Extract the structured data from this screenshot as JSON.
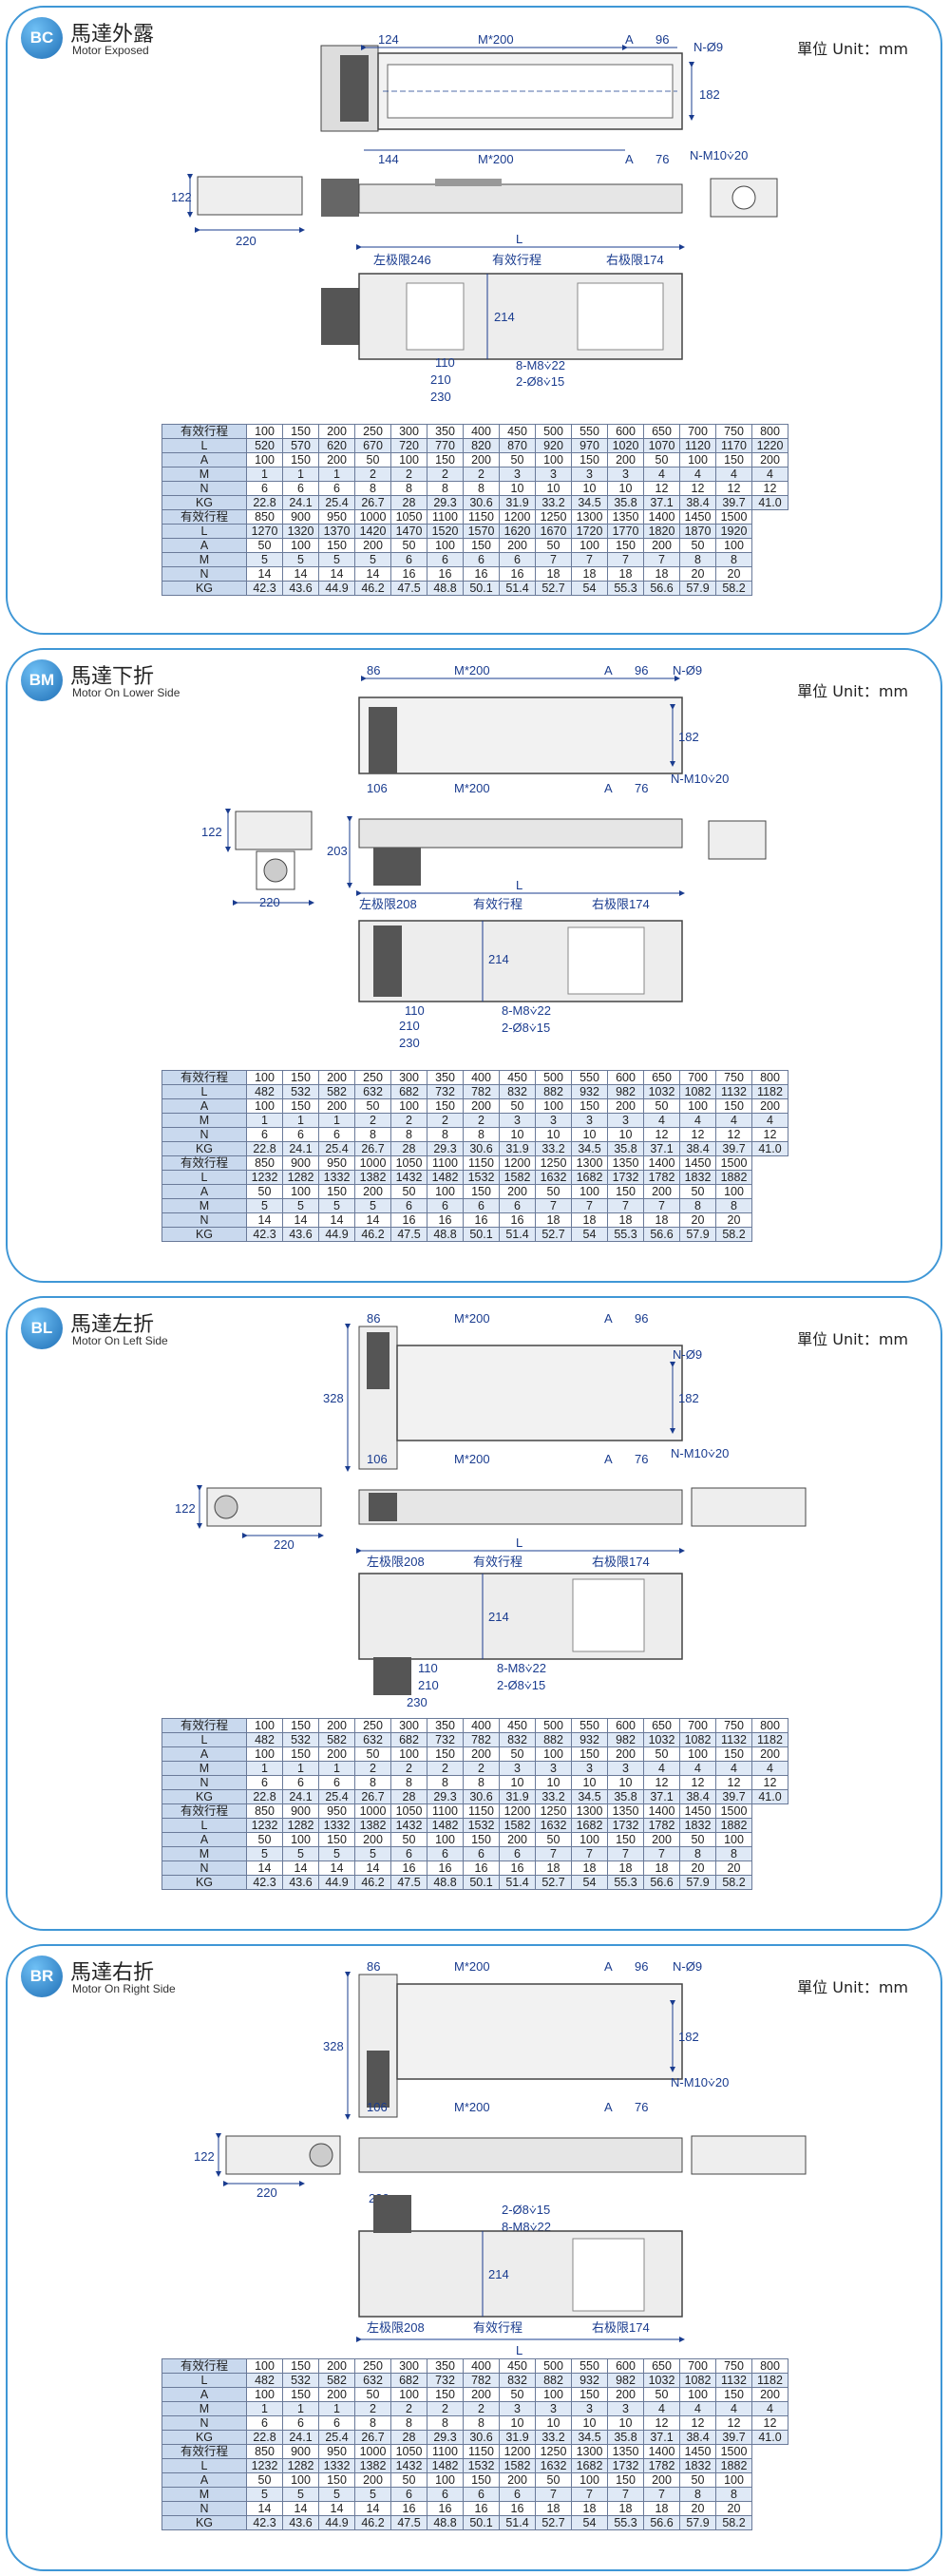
{
  "unit_label": "單位 Unit：mm",
  "dims": {
    "m200": "M*200",
    "a": "A",
    "d96": "96",
    "d76": "76",
    "d182": "182",
    "d214": "214",
    "d220": "220",
    "d122": "122",
    "d203": "203",
    "d328": "328",
    "L": "L",
    "n_phi9": "N-Ø9",
    "n_m10": "N-M10⩒20",
    "m8": "8-M8⩒22",
    "phi8": "2-Ø8⩒15",
    "d110": "110",
    "d210": "210",
    "d230": "230",
    "stroke": "有效行程",
    "left_lim_246": "左极限246",
    "left_lim_208": "左极限208",
    "right_lim": "右极限174",
    "d124": "124",
    "d144": "144",
    "d86": "86",
    "d106": "106"
  },
  "sections": [
    {
      "code": "BC",
      "title_zh": "馬達外露",
      "title_en": "Motor Exposed"
    },
    {
      "code": "BM",
      "title_zh": "馬達下折",
      "title_en": "Motor On Lower Side"
    },
    {
      "code": "BL",
      "title_zh": "馬達左折",
      "title_en": "Motor On Left Side"
    },
    {
      "code": "BR",
      "title_zh": "馬達右折",
      "title_en": "Motor On Right Side"
    }
  ],
  "tables": [
    {
      "rows1": [
        [
          "有效行程",
          "100",
          "150",
          "200",
          "250",
          "300",
          "350",
          "400",
          "450",
          "500",
          "550",
          "600",
          "650",
          "700",
          "750",
          "800"
        ],
        [
          "L",
          "520",
          "570",
          "620",
          "670",
          "720",
          "770",
          "820",
          "870",
          "920",
          "970",
          "1020",
          "1070",
          "1120",
          "1170",
          "1220"
        ],
        [
          "A",
          "100",
          "150",
          "200",
          "50",
          "100",
          "150",
          "200",
          "50",
          "100",
          "150",
          "200",
          "50",
          "100",
          "150",
          "200"
        ],
        [
          "M",
          "1",
          "1",
          "1",
          "2",
          "2",
          "2",
          "2",
          "3",
          "3",
          "3",
          "3",
          "4",
          "4",
          "4",
          "4"
        ],
        [
          "N",
          "6",
          "6",
          "6",
          "8",
          "8",
          "8",
          "8",
          "10",
          "10",
          "10",
          "10",
          "12",
          "12",
          "12",
          "12"
        ],
        [
          "KG",
          "22.8",
          "24.1",
          "25.4",
          "26.7",
          "28",
          "29.3",
          "30.6",
          "31.9",
          "33.2",
          "34.5",
          "35.8",
          "37.1",
          "38.4",
          "39.7",
          "41.0"
        ]
      ],
      "rows2": [
        [
          "有效行程",
          "850",
          "900",
          "950",
          "1000",
          "1050",
          "1100",
          "1150",
          "1200",
          "1250",
          "1300",
          "1350",
          "1400",
          "1450",
          "1500"
        ],
        [
          "L",
          "1270",
          "1320",
          "1370",
          "1420",
          "1470",
          "1520",
          "1570",
          "1620",
          "1670",
          "1720",
          "1770",
          "1820",
          "1870",
          "1920"
        ],
        [
          "A",
          "50",
          "100",
          "150",
          "200",
          "50",
          "100",
          "150",
          "200",
          "50",
          "100",
          "150",
          "200",
          "50",
          "100"
        ],
        [
          "M",
          "5",
          "5",
          "5",
          "5",
          "6",
          "6",
          "6",
          "6",
          "7",
          "7",
          "7",
          "7",
          "8",
          "8"
        ],
        [
          "N",
          "14",
          "14",
          "14",
          "14",
          "16",
          "16",
          "16",
          "16",
          "18",
          "18",
          "18",
          "18",
          "20",
          "20"
        ],
        [
          "KG",
          "42.3",
          "43.6",
          "44.9",
          "46.2",
          "47.5",
          "48.8",
          "50.1",
          "51.4",
          "52.7",
          "54",
          "55.3",
          "56.6",
          "57.9",
          "58.2"
        ]
      ]
    },
    {
      "rows1": [
        [
          "有效行程",
          "100",
          "150",
          "200",
          "250",
          "300",
          "350",
          "400",
          "450",
          "500",
          "550",
          "600",
          "650",
          "700",
          "750",
          "800"
        ],
        [
          "L",
          "482",
          "532",
          "582",
          "632",
          "682",
          "732",
          "782",
          "832",
          "882",
          "932",
          "982",
          "1032",
          "1082",
          "1132",
          "1182"
        ],
        [
          "A",
          "100",
          "150",
          "200",
          "50",
          "100",
          "150",
          "200",
          "50",
          "100",
          "150",
          "200",
          "50",
          "100",
          "150",
          "200"
        ],
        [
          "M",
          "1",
          "1",
          "1",
          "2",
          "2",
          "2",
          "2",
          "3",
          "3",
          "3",
          "3",
          "4",
          "4",
          "4",
          "4"
        ],
        [
          "N",
          "6",
          "6",
          "6",
          "8",
          "8",
          "8",
          "8",
          "10",
          "10",
          "10",
          "10",
          "12",
          "12",
          "12",
          "12"
        ],
        [
          "KG",
          "22.8",
          "24.1",
          "25.4",
          "26.7",
          "28",
          "29.3",
          "30.6",
          "31.9",
          "33.2",
          "34.5",
          "35.8",
          "37.1",
          "38.4",
          "39.7",
          "41.0"
        ]
      ],
      "rows2": [
        [
          "有效行程",
          "850",
          "900",
          "950",
          "1000",
          "1050",
          "1100",
          "1150",
          "1200",
          "1250",
          "1300",
          "1350",
          "1400",
          "1450",
          "1500"
        ],
        [
          "L",
          "1232",
          "1282",
          "1332",
          "1382",
          "1432",
          "1482",
          "1532",
          "1582",
          "1632",
          "1682",
          "1732",
          "1782",
          "1832",
          "1882"
        ],
        [
          "A",
          "50",
          "100",
          "150",
          "200",
          "50",
          "100",
          "150",
          "200",
          "50",
          "100",
          "150",
          "200",
          "50",
          "100"
        ],
        [
          "M",
          "5",
          "5",
          "5",
          "5",
          "6",
          "6",
          "6",
          "6",
          "7",
          "7",
          "7",
          "7",
          "8",
          "8"
        ],
        [
          "N",
          "14",
          "14",
          "14",
          "14",
          "16",
          "16",
          "16",
          "16",
          "18",
          "18",
          "18",
          "18",
          "20",
          "20"
        ],
        [
          "KG",
          "42.3",
          "43.6",
          "44.9",
          "46.2",
          "47.5",
          "48.8",
          "50.1",
          "51.4",
          "52.7",
          "54",
          "55.3",
          "56.6",
          "57.9",
          "58.2"
        ]
      ]
    },
    {
      "rows1": [
        [
          "有效行程",
          "100",
          "150",
          "200",
          "250",
          "300",
          "350",
          "400",
          "450",
          "500",
          "550",
          "600",
          "650",
          "700",
          "750",
          "800"
        ],
        [
          "L",
          "482",
          "532",
          "582",
          "632",
          "682",
          "732",
          "782",
          "832",
          "882",
          "932",
          "982",
          "1032",
          "1082",
          "1132",
          "1182"
        ],
        [
          "A",
          "100",
          "150",
          "200",
          "50",
          "100",
          "150",
          "200",
          "50",
          "100",
          "150",
          "200",
          "50",
          "100",
          "150",
          "200"
        ],
        [
          "M",
          "1",
          "1",
          "1",
          "2",
          "2",
          "2",
          "2",
          "3",
          "3",
          "3",
          "3",
          "4",
          "4",
          "4",
          "4"
        ],
        [
          "N",
          "6",
          "6",
          "6",
          "8",
          "8",
          "8",
          "8",
          "10",
          "10",
          "10",
          "10",
          "12",
          "12",
          "12",
          "12"
        ],
        [
          "KG",
          "22.8",
          "24.1",
          "25.4",
          "26.7",
          "28",
          "29.3",
          "30.6",
          "31.9",
          "33.2",
          "34.5",
          "35.8",
          "37.1",
          "38.4",
          "39.7",
          "41.0"
        ]
      ],
      "rows2": [
        [
          "有效行程",
          "850",
          "900",
          "950",
          "1000",
          "1050",
          "1100",
          "1150",
          "1200",
          "1250",
          "1300",
          "1350",
          "1400",
          "1450",
          "1500"
        ],
        [
          "L",
          "1232",
          "1282",
          "1332",
          "1382",
          "1432",
          "1482",
          "1532",
          "1582",
          "1632",
          "1682",
          "1732",
          "1782",
          "1832",
          "1882"
        ],
        [
          "A",
          "50",
          "100",
          "150",
          "200",
          "50",
          "100",
          "150",
          "200",
          "50",
          "100",
          "150",
          "200",
          "50",
          "100"
        ],
        [
          "M",
          "5",
          "5",
          "5",
          "5",
          "6",
          "6",
          "6",
          "6",
          "7",
          "7",
          "7",
          "7",
          "8",
          "8"
        ],
        [
          "N",
          "14",
          "14",
          "14",
          "14",
          "16",
          "16",
          "16",
          "16",
          "18",
          "18",
          "18",
          "18",
          "20",
          "20"
        ],
        [
          "KG",
          "42.3",
          "43.6",
          "44.9",
          "46.2",
          "47.5",
          "48.8",
          "50.1",
          "51.4",
          "52.7",
          "54",
          "55.3",
          "56.6",
          "57.9",
          "58.2"
        ]
      ]
    },
    {
      "rows1": [
        [
          "有效行程",
          "100",
          "150",
          "200",
          "250",
          "300",
          "350",
          "400",
          "450",
          "500",
          "550",
          "600",
          "650",
          "700",
          "750",
          "800"
        ],
        [
          "L",
          "482",
          "532",
          "582",
          "632",
          "682",
          "732",
          "782",
          "832",
          "882",
          "932",
          "982",
          "1032",
          "1082",
          "1132",
          "1182"
        ],
        [
          "A",
          "100",
          "150",
          "200",
          "50",
          "100",
          "150",
          "200",
          "50",
          "100",
          "150",
          "200",
          "50",
          "100",
          "150",
          "200"
        ],
        [
          "M",
          "1",
          "1",
          "1",
          "2",
          "2",
          "2",
          "2",
          "3",
          "3",
          "3",
          "3",
          "4",
          "4",
          "4",
          "4"
        ],
        [
          "N",
          "6",
          "6",
          "6",
          "8",
          "8",
          "8",
          "8",
          "10",
          "10",
          "10",
          "10",
          "12",
          "12",
          "12",
          "12"
        ],
        [
          "KG",
          "22.8",
          "24.1",
          "25.4",
          "26.7",
          "28",
          "29.3",
          "30.6",
          "31.9",
          "33.2",
          "34.5",
          "35.8",
          "37.1",
          "38.4",
          "39.7",
          "41.0"
        ]
      ],
      "rows2": [
        [
          "有效行程",
          "850",
          "900",
          "950",
          "1000",
          "1050",
          "1100",
          "1150",
          "1200",
          "1250",
          "1300",
          "1350",
          "1400",
          "1450",
          "1500"
        ],
        [
          "L",
          "1232",
          "1282",
          "1332",
          "1382",
          "1432",
          "1482",
          "1532",
          "1582",
          "1632",
          "1682",
          "1732",
          "1782",
          "1832",
          "1882"
        ],
        [
          "A",
          "50",
          "100",
          "150",
          "200",
          "50",
          "100",
          "150",
          "200",
          "50",
          "100",
          "150",
          "200",
          "50",
          "100"
        ],
        [
          "M",
          "5",
          "5",
          "5",
          "5",
          "6",
          "6",
          "6",
          "6",
          "7",
          "7",
          "7",
          "7",
          "8",
          "8"
        ],
        [
          "N",
          "14",
          "14",
          "14",
          "14",
          "16",
          "16",
          "16",
          "16",
          "18",
          "18",
          "18",
          "18",
          "20",
          "20"
        ],
        [
          "KG",
          "42.3",
          "43.6",
          "44.9",
          "46.2",
          "47.5",
          "48.8",
          "50.1",
          "51.4",
          "52.7",
          "54",
          "55.3",
          "56.6",
          "57.9",
          "58.2"
        ]
      ]
    }
  ]
}
